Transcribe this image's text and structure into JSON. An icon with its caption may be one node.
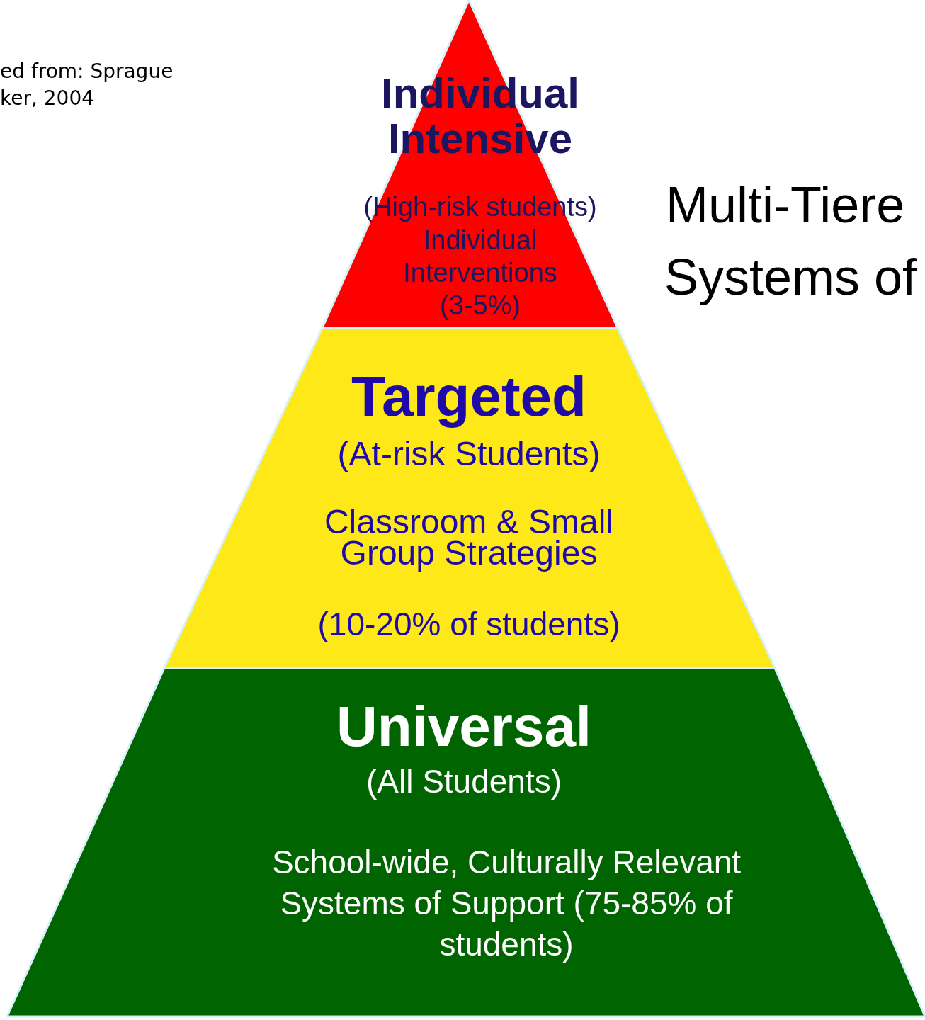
{
  "diagram": {
    "nodes": [
      {
        "text": [
          "Individual Intensive",
          "(High-risk students)",
          "Individual Interventions (3-5%)"
        ]
      },
      {
        "text": [
          "Targeted",
          "(At-risk Students)",
          "Classroom & Small Group Strategies",
          "(10-20% of students)"
        ]
      },
      {
        "text": [
          "Universal",
          "(All Students)",
          "School-wide, Culturally Relevant Systems of Support (75-85% of students)"
        ]
      }
    ],
    "labels": [
      "ed from: Sprague",
      "ker, 2004",
      "Multi-Tiere",
      "Systems of"
    ]
  }
}
